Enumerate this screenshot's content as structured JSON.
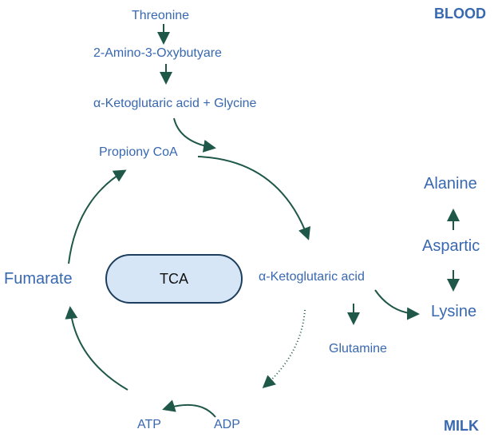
{
  "labels": {
    "blood": "BLOOD",
    "milk": "MILK",
    "threonine": "Threonine",
    "amino": "2-Amino-3-Oxybutyare",
    "akg_glycine": "α-Ketoglutaric acid + Glycine",
    "propiony": "Propiony CoA",
    "tca": "TCA",
    "akg": "α-Ketoglutaric acid",
    "fumarate": "Fumarate",
    "glutamine": "Glutamine",
    "alanine": "Alanine",
    "aspartic": "Aspartic",
    "lysine": "Lysine",
    "atp": "ATP",
    "adp": "ADP"
  },
  "colors": {
    "text": "#3868b0",
    "arrow": "#1f5849",
    "tca_fill": "#d6e6f7",
    "tca_border": "#1d3e5c"
  }
}
